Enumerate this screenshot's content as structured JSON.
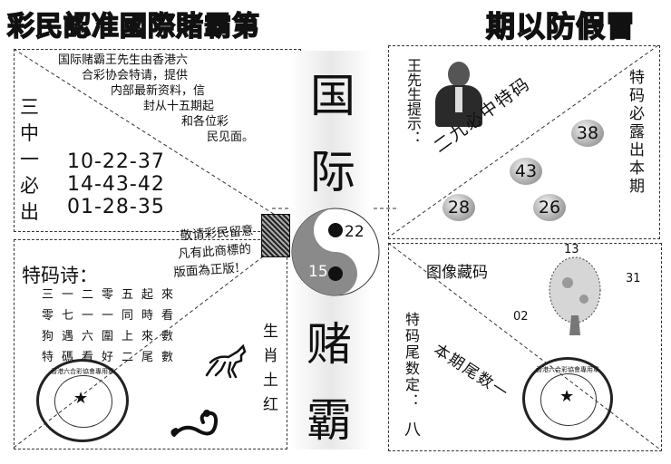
{
  "header": {
    "left_title": "彩民認准國際賭霸第",
    "right_title": "期以防假冒"
  },
  "top_left": {
    "intro": [
      "国际赌霸王先生由香港六",
      "合彩协会特请，提供",
      "内部最新资料，信",
      "封从十五期起",
      "和各位彩",
      "民见面。"
    ],
    "side_label": [
      "三",
      "中",
      "一",
      "必",
      "出"
    ],
    "combos": [
      "10-22-37",
      "14-43-42",
      "01-28-35"
    ]
  },
  "center": {
    "char_guo": "国",
    "char_ji": "际",
    "char_du": "赌",
    "char_ba": "霸",
    "warning": [
      "敬请彩民留意",
      "凡有此商標的",
      "版面為正版!"
    ],
    "yinyang_top_num": "22",
    "yinyang_bottom_num": "15"
  },
  "top_right": {
    "mr_wang_hint": "王先生提示：",
    "diag_text": "二九必中特码",
    "side_text": "特码必露出本期",
    "balls": [
      "38",
      "43",
      "28",
      "26"
    ]
  },
  "bottom_left": {
    "poem_title": "特码诗：",
    "poem_lines": [
      "三一二零五起來",
      "零七一一同時看",
      "狗遇六圍上來數",
      "特碼看好二尾數"
    ],
    "zodiac_label": "生肖土红",
    "stamp_text": "香港六合彩協會專用章"
  },
  "bottom_right": {
    "image_code": "图像藏码",
    "num_13": "13",
    "num_31": "31",
    "num_02": "02",
    "tail_label": "特码尾数定：",
    "tail_value": "八",
    "diag_text": "本期尾数一",
    "stamp_text": "香港六合彩協會專用章"
  }
}
